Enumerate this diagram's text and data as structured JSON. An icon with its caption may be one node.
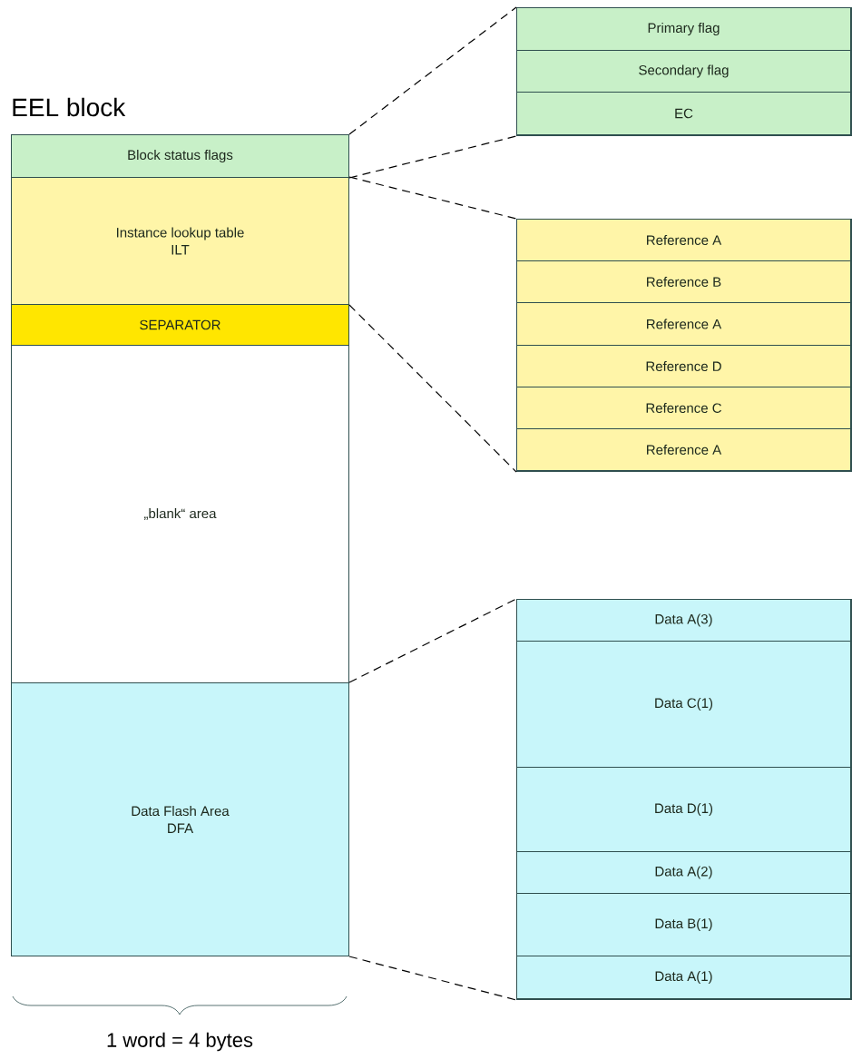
{
  "diagram": {
    "nodes": [
      {
        "text": [
          "Block status flags"
        ]
      },
      {
        "text": [
          "Instance lookup table",
          "ILT"
        ]
      },
      {
        "text": [
          "SEPARATOR"
        ]
      },
      {
        "text": [
          "„blank“ area"
        ]
      },
      {
        "text": [
          "Data Flash Area",
          "DFA"
        ]
      },
      {
        "text": [],
        "shape": "box"
      },
      {
        "text": [
          "Primary flag"
        ],
        "in": 5
      },
      {
        "text": [
          "Secondary flag"
        ],
        "in": 5
      },
      {
        "text": [
          "EC"
        ],
        "in": 5
      },
      {
        "text": [],
        "shape": "box"
      },
      {
        "text": [
          "Reference A"
        ],
        "in": 9
      },
      {
        "text": [
          "Reference B"
        ],
        "in": 9
      },
      {
        "text": [
          "Reference A"
        ],
        "in": 9
      },
      {
        "text": [
          "Reference D"
        ],
        "in": 9
      },
      {
        "text": [
          "Reference C"
        ],
        "in": 9
      },
      {
        "text": [
          "Reference A"
        ],
        "in": 9
      },
      {
        "text": [],
        "shape": "box"
      },
      {
        "text": [
          "Data A(3)"
        ],
        "in": 16
      },
      {
        "text": [
          "Data C(1)"
        ],
        "in": 16
      },
      {
        "text": [
          "Data D(1)"
        ],
        "in": 16
      },
      {
        "text": [
          "Data A(2)"
        ],
        "in": 16
      },
      {
        "text": [
          "Data B(1)"
        ],
        "in": 16
      },
      {
        "text": [
          "Data A(1)"
        ],
        "in": 16
      }
    ],
    "edges": [
      {
        "from": 0,
        "to": 5,
        "arrow": "none",
        "style": "dashed"
      },
      {
        "from": 0,
        "to": 5,
        "arrow": "none",
        "style": "dashed"
      },
      {
        "from": 1,
        "to": 9,
        "arrow": "none",
        "style": "dashed"
      },
      {
        "from": 1,
        "to": 9,
        "arrow": "none",
        "style": "dashed"
      },
      {
        "from": 4,
        "to": 16,
        "arrow": "none",
        "style": "dashed"
      },
      {
        "from": 4,
        "to": 16,
        "arrow": "none",
        "style": "dashed"
      }
    ],
    "labels": [
      "EEL block",
      "1 word = 4 bytes"
    ]
  }
}
